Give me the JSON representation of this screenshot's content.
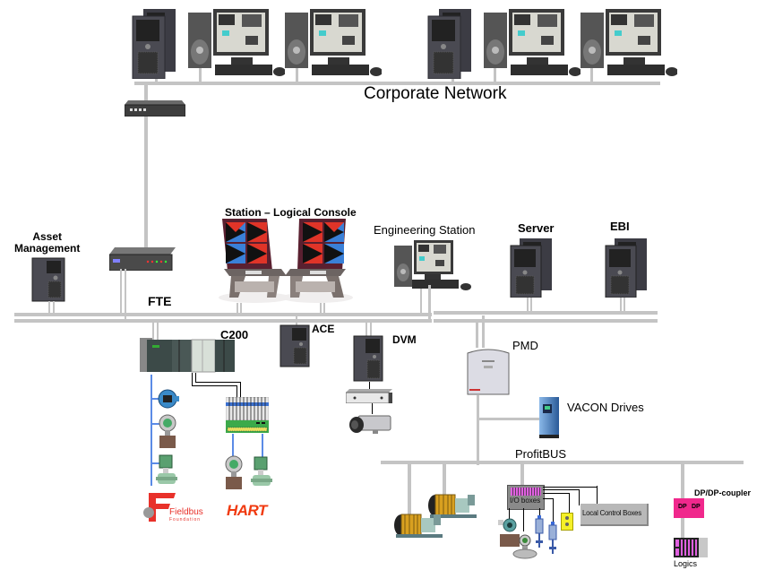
{
  "diagram": {
    "title": "Corporate Network",
    "networks": {
      "corporate": "Corporate Network",
      "fte": "FTE",
      "profibus": "ProfitBUS"
    },
    "nodes": {
      "asset_management": "Asset\nManagement",
      "station_console": "Station – Logical Console",
      "engineering_station": "Engineering Station",
      "server": "Server",
      "ebi": "EBI",
      "c200": "C200",
      "ace": "ACE",
      "dvm": "DVM",
      "pmd": "PMD",
      "vacon": "VACON Drives",
      "io_boxes": "I/O boxes",
      "local_control_boxes": "Local Control Boxes",
      "dp_coupler": "DP/DP-coupler",
      "dp_left": "DP",
      "dp_right": "DP",
      "logics": "Logics",
      "fieldbus_logo": "Fieldbus",
      "fieldbus_sub": "Foundation",
      "hart_logo": "HART"
    },
    "colors": {
      "bus_gray": "#c4c4c4",
      "fieldbus_blue": "#5b8be6",
      "fieldbus_red": "#e8312a",
      "hart_red": "#f03a10",
      "dp_pink": "#f0288c",
      "io_magenta": "#e060e0",
      "vacon_blue": "#4a8ac8",
      "yellow_box": "#f5f028"
    }
  }
}
